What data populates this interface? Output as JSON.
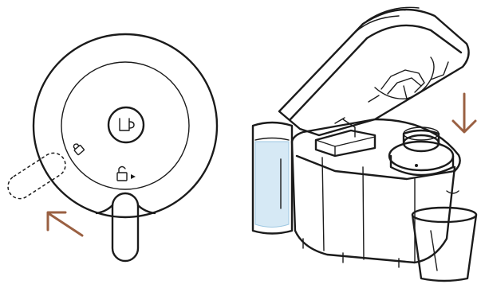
{
  "figure": {
    "left_panel": {
      "center_button_icon": "cup-icon",
      "lock_marker_icon": "lock-closed-icon",
      "unlock_marker_icon": "lock-open-icon",
      "arrow_direction": "counter-clockwise"
    },
    "right_panel": {
      "arrow_direction": "down",
      "parts": [
        "water-tank",
        "lid",
        "capsule-holder",
        "drip-tray",
        "glass"
      ]
    },
    "colors": {
      "line": "#1b1b1b",
      "arrow": "#9a6042",
      "water": "#d6e9f5",
      "water_edge": "#9ec8e2"
    }
  }
}
